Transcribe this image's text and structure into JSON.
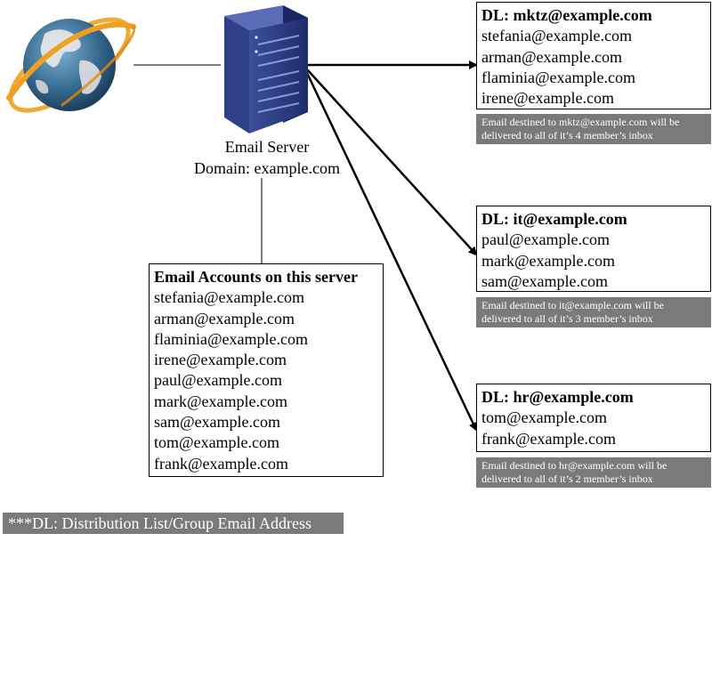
{
  "server": {
    "name": "Email Server",
    "domain": "Domain: example.com"
  },
  "accounts": {
    "title": "Email Accounts on this server",
    "items": [
      "stefania@example.com",
      "arman@example.com",
      "flaminia@example.com",
      "irene@example.com",
      "paul@example.com",
      "mark@example.com",
      "sam@example.com",
      "tom@example.com",
      "frank@example.com"
    ]
  },
  "lists": [
    {
      "title": "DL: mktz@example.com",
      "members": [
        "stefania@example.com",
        "arman@example.com",
        "flaminia@example.com",
        "irene@example.com"
      ],
      "note": "Email destined to mktz@example.com will be delivered to all of it’s 4 member’s inbox"
    },
    {
      "title": "DL: it@example.com",
      "members": [
        "paul@example.com",
        "mark@example.com",
        "sam@example.com"
      ],
      "note": "Email destined to it@example.com will be delivered to all of it’s 3 member’s inbox"
    },
    {
      "title": "DL: hr@example.com",
      "members": [
        "tom@example.com",
        "frank@example.com"
      ],
      "note": "Email destined to hr@example.com will be delivered to all of it’s 2 member’s inbox"
    }
  ],
  "footnote": "***DL: Distribution List/Group Email Address",
  "icons": {
    "globe": "globe-icon",
    "server": "server-icon"
  },
  "colors": {
    "note_bg": "#7a7a7a",
    "server_body": "#2a3a7a",
    "globe_ocean": "#3a6f95",
    "orbit": "#f0a020"
  }
}
